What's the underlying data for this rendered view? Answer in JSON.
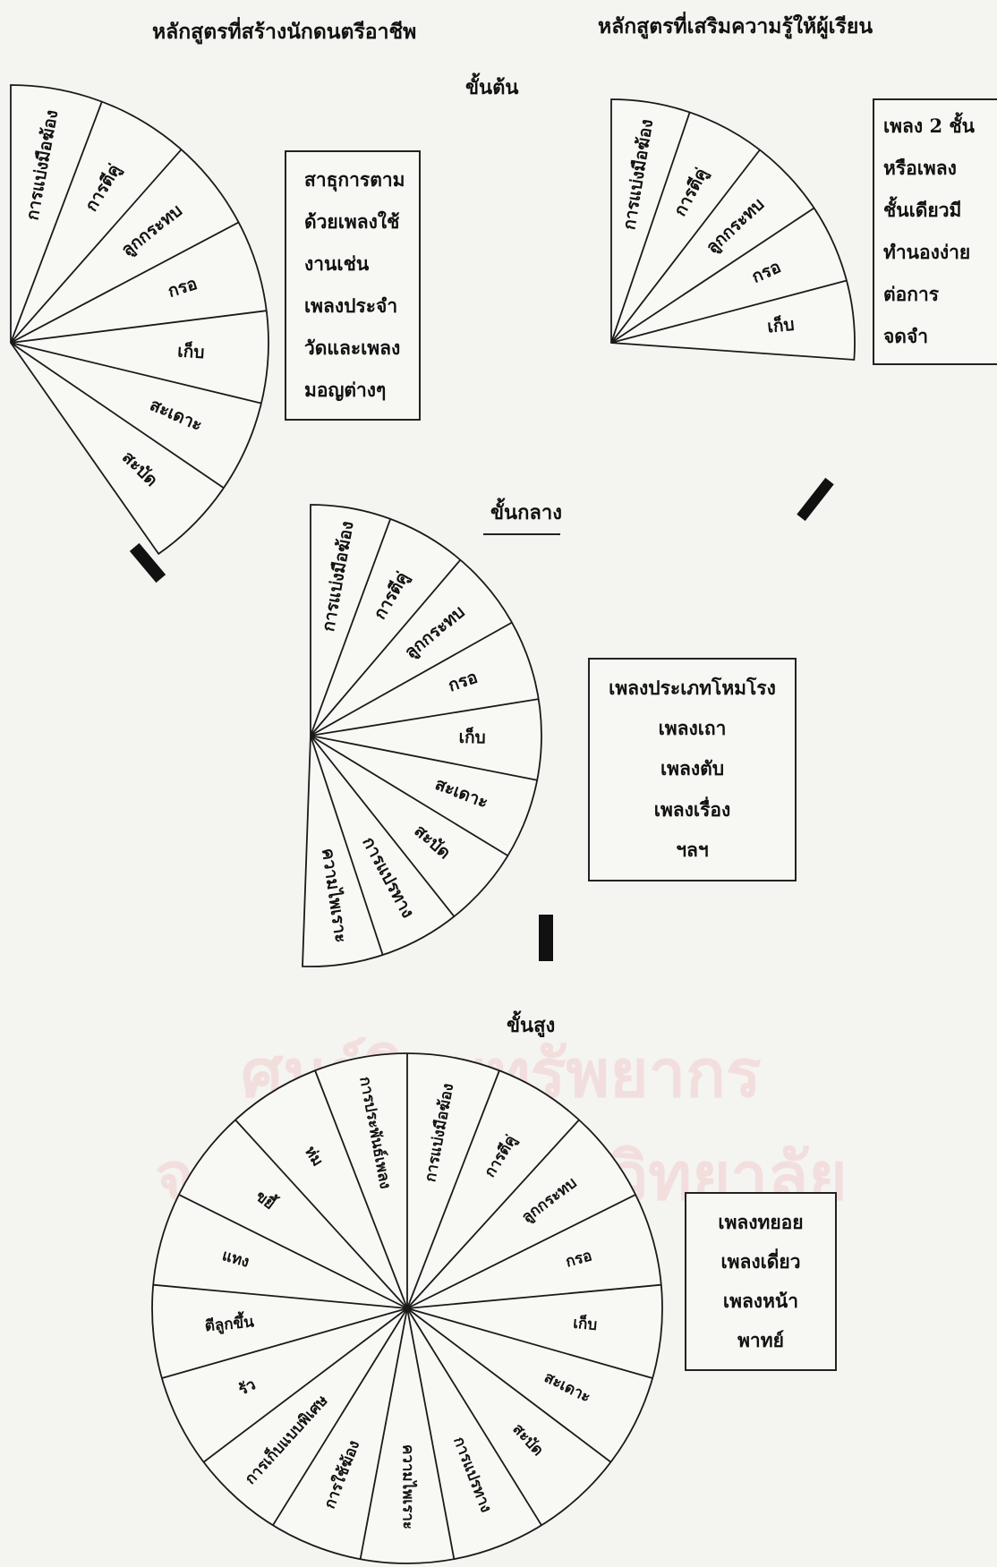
{
  "headings": {
    "left": "หลักสูตรที่สร้างนักดนตรีอาชีพ",
    "right": "หลักสูตรที่เสริมความรู้ให้ผู้เรียน"
  },
  "levels": {
    "beginner": "ขั้นต้น",
    "intermediate": "ขั้นกลาง",
    "advanced": "ขั้นสูง"
  },
  "fans": {
    "beginner_professional": [
      "การแบ่งมือฆ้อง",
      "การตีคู่",
      "ลูกกระทบ",
      "กรอ",
      "เก็บ",
      "สะเดาะ",
      "สะบัด"
    ],
    "beginner_enrichment": [
      "การแบ่งมือฆ้อง",
      "การตีคู่",
      "ลูกกระทบ",
      "กรอ",
      "เก็บ"
    ],
    "intermediate": [
      "การแบ่งมือฆ้อง",
      "การตีคู่",
      "ลูกกระทบ",
      "กรอ",
      "เก็บ",
      "สะเดาะ",
      "สะบัด",
      "การแปรทาง",
      "ความไพเราะ"
    ],
    "advanced": [
      "การแบ่งมือฆ้อง",
      "การตีคู่",
      "ลูกกระทบ",
      "กรอ",
      "เก็บ",
      "สะเดาะ",
      "สะบัด",
      "การแปรทาง",
      "ความไพเราะ",
      "การใช้ฆ้อง",
      "การเก็บแบบพิเศษ",
      "รัว",
      "ตีลูกขึ้น",
      "แทง",
      "ขยี้",
      "ห่ม",
      "การประพันธ์เพลง"
    ]
  },
  "boxes": {
    "beginner_professional": [
      "สาธุการตาม",
      "ด้วยเพลงใช้",
      "งานเช่น",
      "เพลงประจำ",
      "วัดและเพลง",
      "มอญต่างๆ"
    ],
    "beginner_enrichment": [
      "เพลง 2 ชั้น",
      "หรือเพลง",
      "ชั้นเดียวมี",
      "ทำนองง่าย",
      "ต่อการ",
      "จดจำ"
    ],
    "intermediate": [
      "เพลงประเภทโหมโรง",
      "เพลงเถา",
      "เพลงตับ",
      "เพลงเรื่อง",
      "ฯลฯ"
    ],
    "advanced": [
      "เพลงทยอย",
      "เพลงเดี่ยว",
      "เพลงหน้า",
      "พาทย์"
    ]
  },
  "watermark": {
    "line1": "ศูนย์วิทยทรัพยากร",
    "line2": "จุฬาลงกรณ์มหาวิทยาลัย"
  }
}
